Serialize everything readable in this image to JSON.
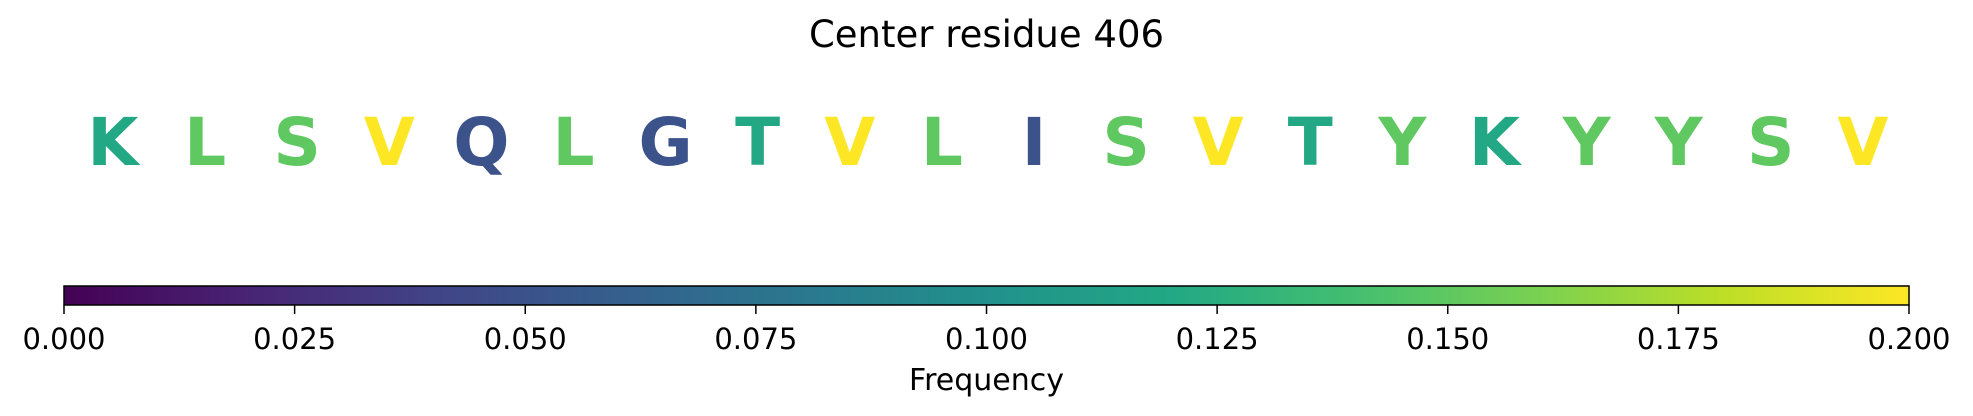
{
  "chart_data": {
    "type": "heatmap",
    "title": "Center residue 406",
    "residues": [
      {
        "letter": "K",
        "frequency": 0.12
      },
      {
        "letter": "L",
        "frequency": 0.15
      },
      {
        "letter": "S",
        "frequency": 0.15
      },
      {
        "letter": "V",
        "frequency": 0.2
      },
      {
        "letter": "Q",
        "frequency": 0.05
      },
      {
        "letter": "L",
        "frequency": 0.15
      },
      {
        "letter": "G",
        "frequency": 0.05
      },
      {
        "letter": "T",
        "frequency": 0.12
      },
      {
        "letter": "V",
        "frequency": 0.2
      },
      {
        "letter": "L",
        "frequency": 0.15
      },
      {
        "letter": "I",
        "frequency": 0.05
      },
      {
        "letter": "S",
        "frequency": 0.15
      },
      {
        "letter": "V",
        "frequency": 0.2
      },
      {
        "letter": "T",
        "frequency": 0.12
      },
      {
        "letter": "Y",
        "frequency": 0.15
      },
      {
        "letter": "K",
        "frequency": 0.12
      },
      {
        "letter": "Y",
        "frequency": 0.15
      },
      {
        "letter": "Y",
        "frequency": 0.15
      },
      {
        "letter": "S",
        "frequency": 0.15
      },
      {
        "letter": "V",
        "frequency": 0.2
      }
    ],
    "colorbar": {
      "label": "Frequency",
      "range": [
        0,
        0.2
      ],
      "colormap": "viridis",
      "ticks": [
        "0.000",
        "0.025",
        "0.050",
        "0.075",
        "0.100",
        "0.125",
        "0.150",
        "0.175",
        "0.200"
      ]
    }
  }
}
